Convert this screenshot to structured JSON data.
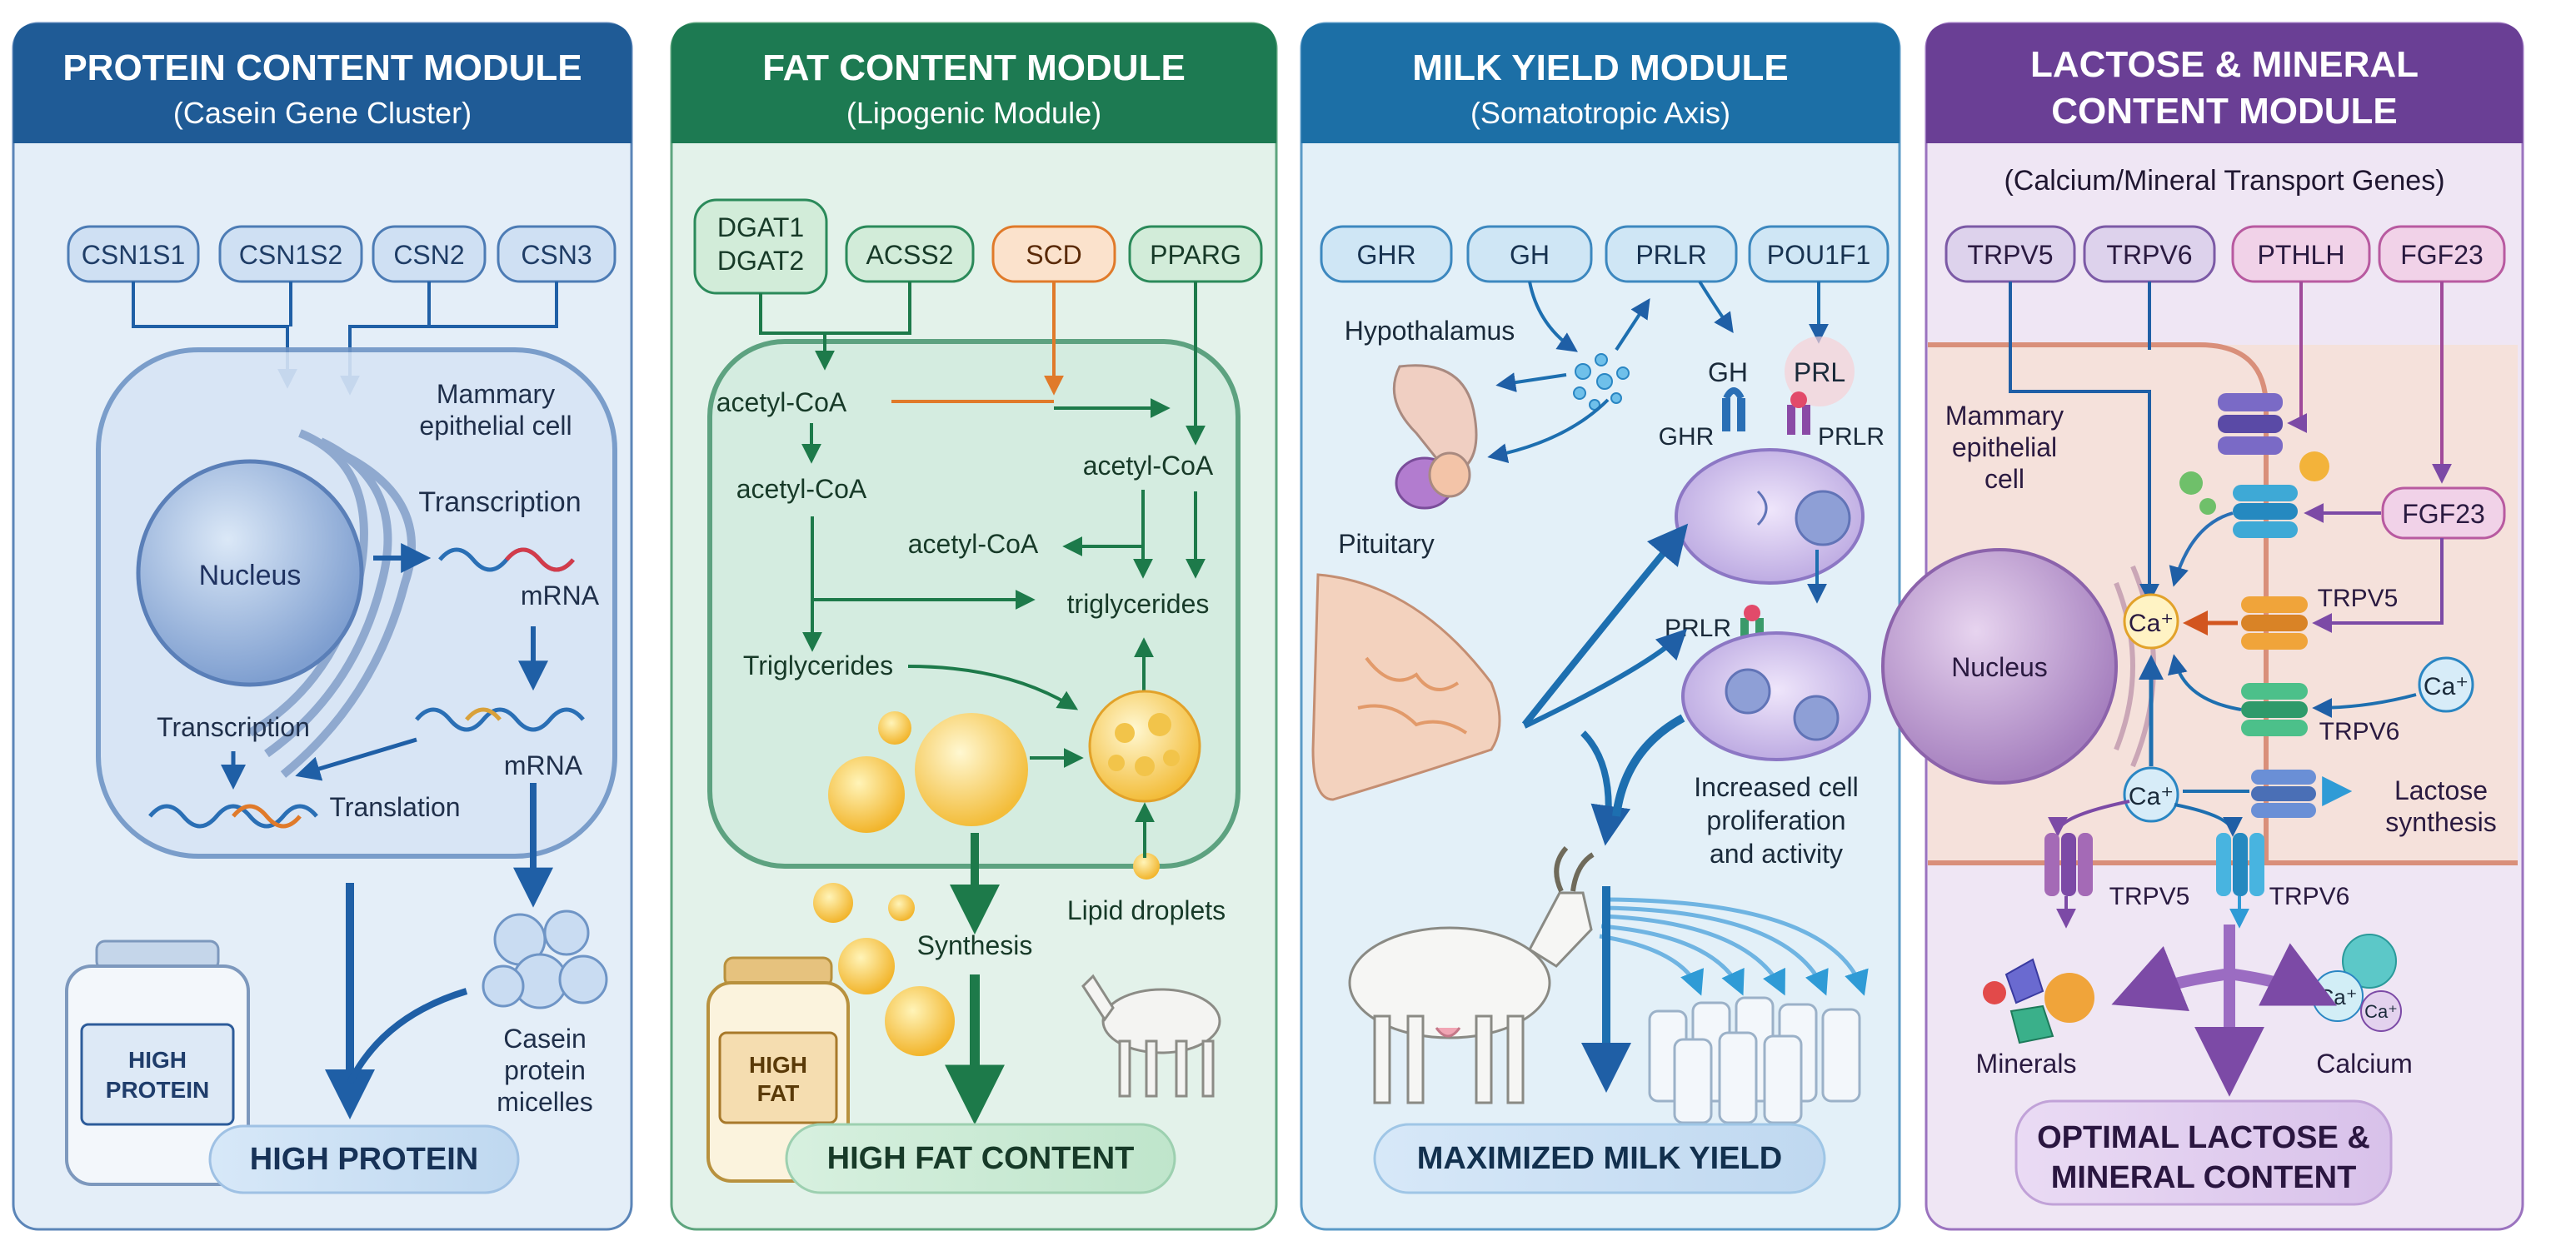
{
  "modules": [
    {
      "title": "PROTEIN CONTENT MODULE",
      "subtitle": "(Casein Gene Cluster)",
      "genes": [
        "CSN1S1",
        "CSN1S2",
        "CSN2",
        "CSN3"
      ],
      "labels": {
        "cell": [
          "Mammary",
          "epithelial cell"
        ],
        "nucleus": "Nucleus",
        "transcription_1": "Transcription",
        "mrna_1": "mRNA",
        "transcription_2": "Transcription",
        "mrna_2": "mRNA",
        "translation": "Translation",
        "micelles": [
          "Casein",
          "protein",
          "micelles"
        ],
        "jar": [
          "HIGH",
          "PROTEIN"
        ]
      },
      "outcome": "HIGH PROTEIN",
      "colors": {
        "header": "#1f5b96",
        "bg": "#e4eef8",
        "accent": "#2a6db3"
      }
    },
    {
      "title": "FAT CONTENT MODULE",
      "subtitle": "(Lipogenic Module)",
      "genes": [
        "DGAT1",
        "DGAT2",
        "ACSS2",
        "SCD",
        "PPARG"
      ],
      "labels": {
        "acetyl_1": "acetyl-CoA",
        "acetyl_2": "acetyl-CoA",
        "acetyl_3": "acetyl-CoA",
        "acetyl_4": "acetyl-CoA",
        "triglycerides_1": "triglycerides",
        "triglycerides_2": "Triglycerides",
        "synthesis": "Synthesis",
        "lipid_droplets": "Lipid droplets",
        "jar": [
          "HIGH",
          "FAT"
        ]
      },
      "outcome": "HIGH FAT CONTENT",
      "colors": {
        "header": "#1d7a52",
        "bg": "#e3f2ea",
        "accent": "#2b8a5a",
        "scd": "#e07a2a"
      }
    },
    {
      "title": "MILK YIELD MODULE",
      "subtitle": "(Somatotropic Axis)",
      "genes": [
        "GHR",
        "GH",
        "PRLR",
        "POU1F1"
      ],
      "labels": {
        "hypothalamus": "Hypothalamus",
        "pituitary": "Pituitary",
        "gh": "GH",
        "prl": "PRL",
        "ghr": "GHR",
        "prlr_1": "PRLR",
        "prlr_2": "PRLR",
        "proliferation": [
          "Increased cell",
          "proliferation",
          "and activity"
        ]
      },
      "outcome": "MAXIMIZED MILK YIELD",
      "colors": {
        "header": "#1c6fa6",
        "bg": "#e3f0f8",
        "accent": "#1d6fb0"
      }
    },
    {
      "title": [
        "LACTOSE & MINERAL",
        "CONTENT MODULE"
      ],
      "subtitle": "(Calcium/Mineral Transport Genes)",
      "genes": [
        "TRPV5",
        "TRPV6",
        "PTHLH",
        "FGF23"
      ],
      "labels": {
        "cell": [
          "Mammary",
          "epithelial",
          "cell"
        ],
        "nucleus": "Nucleus",
        "fgf23": "FGF23",
        "trpv5_1": "TRPV5",
        "trpv6_1": "TRPV6",
        "ca_1": "Ca⁺",
        "ca_2": "Ca⁺",
        "ca_3": "Ca⁺",
        "ca_4": "Ca⁺",
        "ca_5": "Ca⁺",
        "lactose": [
          "Lactose",
          "synthesis"
        ],
        "trpv5_2": "TRPV5",
        "trpv6_2": "TRPV6",
        "minerals": "Minerals",
        "calcium": "Calcium"
      },
      "outcome": [
        "OPTIMAL LACTOSE &",
        "MINERAL CONTENT"
      ],
      "colors": {
        "header": "#6a3f95",
        "bg": "#efe6f4",
        "accent": "#7c4aa6"
      }
    }
  ]
}
